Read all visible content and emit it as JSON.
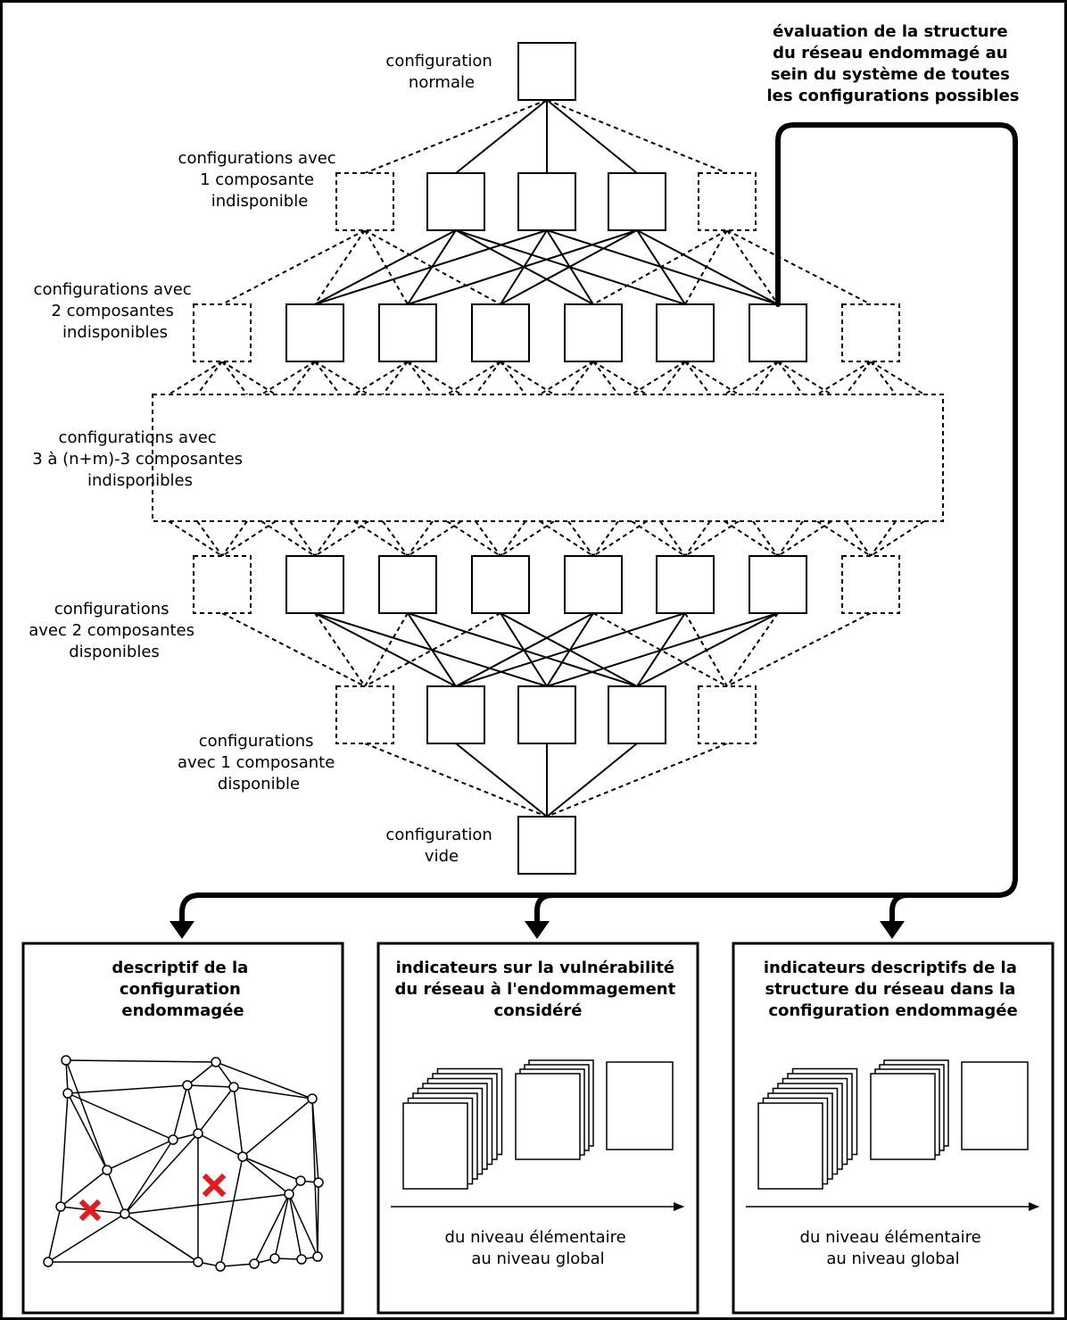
{
  "lattice": {
    "level0": {
      "label": [
        "configuration",
        "normale"
      ]
    },
    "level1": {
      "label": [
        "configurations avec",
        "1 composante",
        "indisponible"
      ]
    },
    "level2": {
      "label": [
        "configurations avec",
        "2 composantes",
        "indisponibles"
      ]
    },
    "middle": {
      "label": [
        "configurations avec",
        "3 à (n+m)-3 composantes",
        "indisponibles"
      ]
    },
    "level4": {
      "label": [
        "configurations",
        "avec 2 composantes",
        "disponibles"
      ]
    },
    "level5": {
      "label": [
        "configurations",
        "avec 1 composante",
        "disponible"
      ]
    },
    "level6": {
      "label": [
        "configuration",
        "vide"
      ]
    }
  },
  "evaluation_label": [
    "évaluation de la structure",
    "du réseau endommagé au",
    "sein du système de toutes",
    "les configurations possibles"
  ],
  "panels": {
    "damaged": {
      "title": [
        "descriptif de la",
        "configuration",
        "endommagée"
      ]
    },
    "vulnerability": {
      "title": [
        "indicateurs sur la vulnérabilité",
        "du réseau à l'endommagement",
        "considéré"
      ],
      "axis_label": [
        "du niveau élémentaire",
        "au niveau global"
      ]
    },
    "structure": {
      "title": [
        "indicateurs descriptifs de la",
        "structure du réseau dans la",
        "configuration endommagée"
      ],
      "axis_label": [
        "du niveau élémentaire",
        "au niveau global"
      ]
    }
  },
  "colors": {
    "failure_mark": "#e8191c",
    "line": "#000000"
  },
  "icons": [
    "failure-cross-icon",
    "arrow-down-icon",
    "arrow-right-icon"
  ]
}
